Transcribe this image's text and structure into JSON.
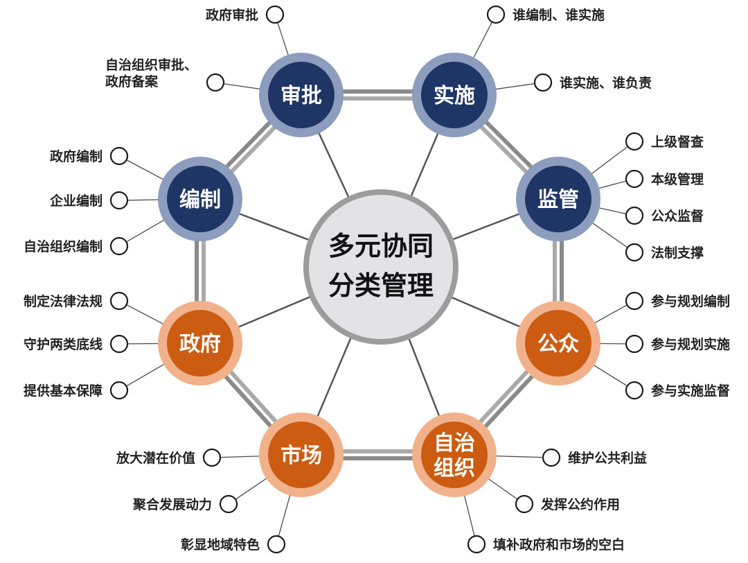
{
  "center": {
    "lines": [
      "多元协同",
      "分类管理"
    ]
  },
  "colors": {
    "navy": "#1f3566",
    "navy_ring": "#8c9dbd",
    "orange": "#cc5c12",
    "orange_ring": "#f0b18b",
    "center_fill": "#e3e3e6",
    "center_ring": "#9c9c9c",
    "frame": "#8a8a8a",
    "spoke": "#555555"
  },
  "nodes": [
    {
      "id": "shenpi",
      "lines": [
        "审批"
      ],
      "kind": "navy",
      "labels": [
        {
          "lines": [
            "政府审批"
          ]
        },
        {
          "lines": [
            "自治组织审批、",
            "政府备案"
          ]
        }
      ]
    },
    {
      "id": "shishi",
      "lines": [
        "实施"
      ],
      "kind": "navy",
      "labels": [
        {
          "lines": [
            "谁编制、谁实施"
          ]
        },
        {
          "lines": [
            "谁实施、谁负责"
          ]
        }
      ]
    },
    {
      "id": "jianguan",
      "lines": [
        "监管"
      ],
      "kind": "navy",
      "labels": [
        {
          "lines": [
            "上级督查"
          ]
        },
        {
          "lines": [
            "本级管理"
          ]
        },
        {
          "lines": [
            "公众监督"
          ]
        },
        {
          "lines": [
            "法制支撑"
          ]
        }
      ]
    },
    {
      "id": "gongzhong",
      "lines": [
        "公众"
      ],
      "kind": "orange",
      "labels": [
        {
          "lines": [
            "参与规划编制"
          ]
        },
        {
          "lines": [
            "参与规划实施"
          ]
        },
        {
          "lines": [
            "参与实施监督"
          ]
        }
      ]
    },
    {
      "id": "zizhi",
      "lines": [
        "自治",
        "组织"
      ],
      "kind": "orange",
      "labels": [
        {
          "lines": [
            "维护公共利益"
          ]
        },
        {
          "lines": [
            "发挥公约作用"
          ]
        },
        {
          "lines": [
            "填补政府和市场的空白"
          ]
        }
      ]
    },
    {
      "id": "shichang",
      "lines": [
        "市场"
      ],
      "kind": "orange",
      "labels": [
        {
          "lines": [
            "放大潜在价值"
          ]
        },
        {
          "lines": [
            "聚合发展动力"
          ]
        },
        {
          "lines": [
            "彰显地域特色"
          ]
        }
      ]
    },
    {
      "id": "zhengfu",
      "lines": [
        "政府"
      ],
      "kind": "orange",
      "labels": [
        {
          "lines": [
            "制定法律法规"
          ]
        },
        {
          "lines": [
            "守护两类底线"
          ]
        },
        {
          "lines": [
            "提供基本保障"
          ]
        }
      ]
    },
    {
      "id": "bianzhi",
      "lines": [
        "编制"
      ],
      "kind": "navy",
      "labels": [
        {
          "lines": [
            "政府编制"
          ]
        },
        {
          "lines": [
            "企业编制"
          ]
        },
        {
          "lines": [
            "自治组织编制"
          ]
        }
      ]
    }
  ]
}
